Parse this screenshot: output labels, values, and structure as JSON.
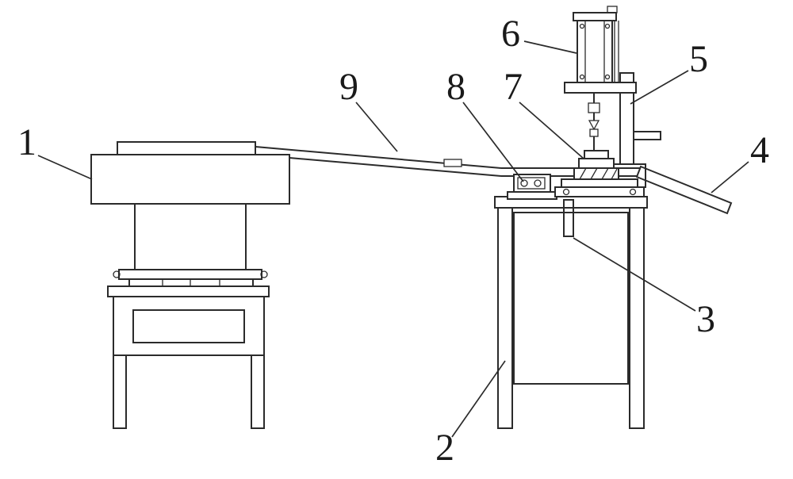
{
  "figure": {
    "background": "#ffffff",
    "line_color": "#2b2b2b",
    "label_color": "#1a1a1a"
  },
  "labels": [
    {
      "text": "1"
    },
    {
      "text": "2"
    },
    {
      "text": "3"
    },
    {
      "text": "4"
    },
    {
      "text": "5"
    },
    {
      "text": "6"
    },
    {
      "text": "7"
    },
    {
      "text": "8"
    },
    {
      "text": "9"
    }
  ]
}
